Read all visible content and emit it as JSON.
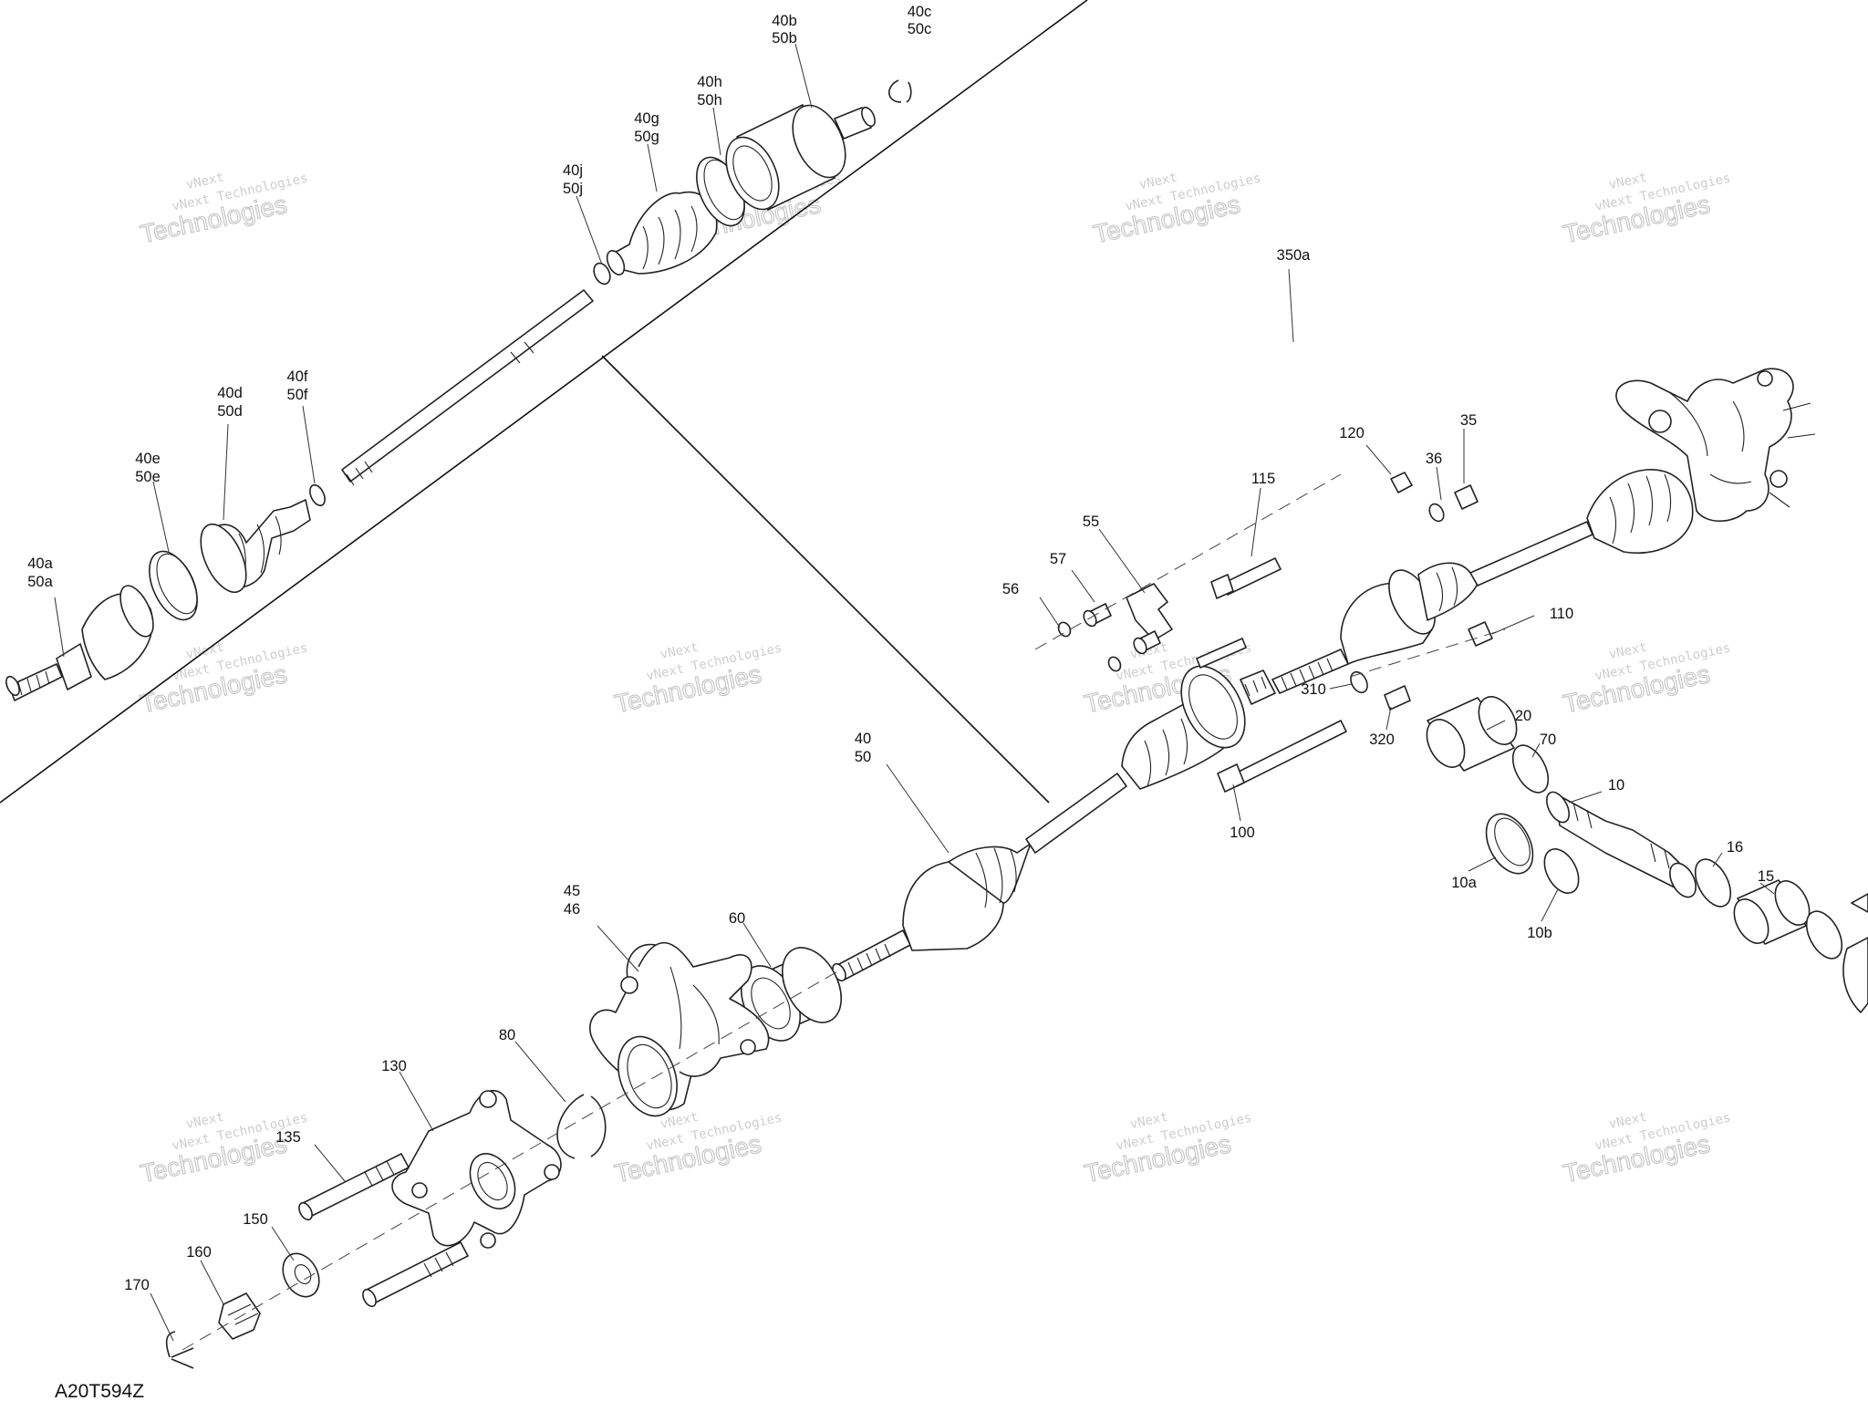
{
  "drawing_ref": "A20T594Z",
  "watermark": {
    "line1": "vNext",
    "line2": "vNext Technologies",
    "line3": "Technologies"
  },
  "callouts": {
    "c40b": "40b",
    "c50b": "50b",
    "c40c": "40c",
    "c50c": "50c",
    "c40h": "40h",
    "c50h": "50h",
    "c40g": "40g",
    "c50g": "50g",
    "c40j": "40j",
    "c50j": "50j",
    "c40d": "40d",
    "c50d": "50d",
    "c40f": "40f",
    "c50f": "50f",
    "c40e": "40e",
    "c50e": "50e",
    "c40a": "40a",
    "c50a": "50a",
    "c350a": "350a",
    "c120": "120",
    "c35": "35",
    "c36": "36",
    "c115": "115",
    "c55": "55",
    "c57": "57",
    "c56": "56",
    "c110": "110",
    "c310": "310",
    "c320": "320",
    "c20": "20",
    "c70": "70",
    "c10": "10",
    "c100": "100",
    "c10a": "10a",
    "c10b": "10b",
    "c16": "16",
    "c15": "15",
    "c40": "40",
    "c50": "50",
    "c45": "45",
    "c46": "46",
    "c60": "60",
    "c80": "80",
    "c130": "130",
    "c135": "135",
    "c150": "150",
    "c160": "160",
    "c170": "170"
  }
}
